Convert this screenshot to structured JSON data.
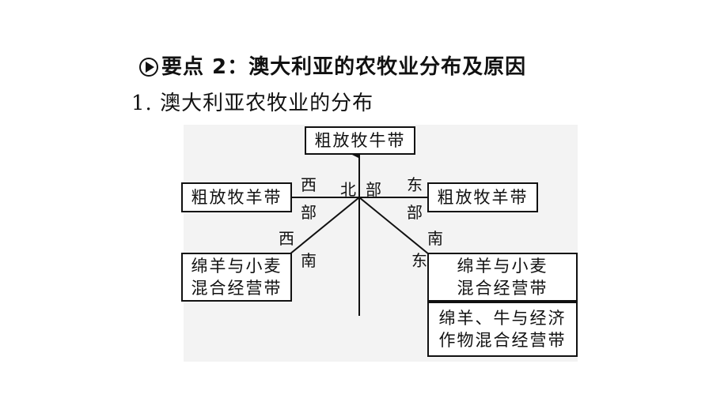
{
  "heading": {
    "icon": "circle-play-icon",
    "text": "要点 2：澳大利亚的农牧业分布及原因"
  },
  "subheading": "1. 澳大利亚农牧业的分布",
  "diagram": {
    "boxes": {
      "north": "粗放牧牛带",
      "west": "粗放牧羊带",
      "east": "粗放牧羊带",
      "southwest": "绵羊与小麦\n混合经营带",
      "southeast_upper": "绵羊与小麦\n混合经营带",
      "southeast_lower": "绵羊、牛与经济\n作物混合经营带"
    },
    "labels": {
      "west_1": "西",
      "west_2": "部",
      "north_1": "北",
      "north_2": "部",
      "east_1": "东",
      "east_2": "部",
      "southwest_1": "西",
      "southwest_2": "南",
      "southeast_1": "南",
      "southeast_2": "东"
    }
  }
}
